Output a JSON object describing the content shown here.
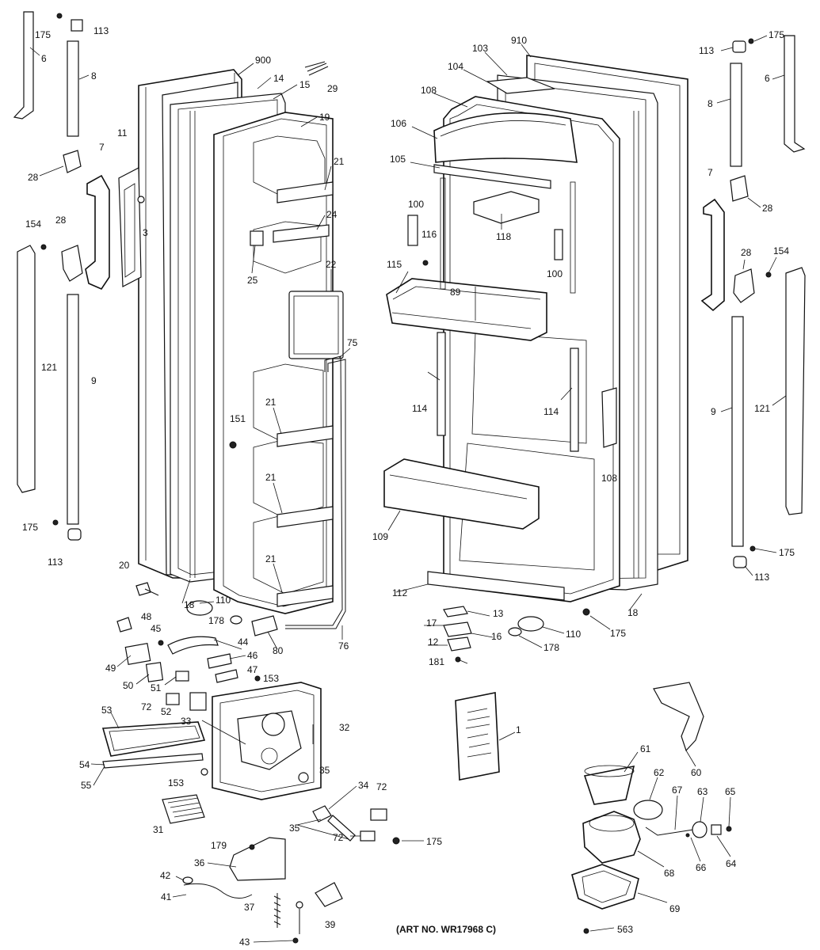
{
  "labels": {
    "l175a": "175",
    "l113a": "113",
    "l6a": "6",
    "l8a": "8",
    "l900": "900",
    "l14": "14",
    "l15": "15",
    "l29": "29",
    "l19": "19",
    "l11": "11",
    "l7a": "7",
    "l28a": "28",
    "l3": "3",
    "l154a": "154",
    "l28b": "28",
    "l121a": "121",
    "l9a": "9",
    "l21a": "21",
    "l24": "24",
    "l25": "25",
    "l22": "22",
    "l75": "75",
    "l151": "151",
    "l21b": "21",
    "l21c": "21",
    "l21d": "21",
    "l175b": "175",
    "l113b": "113",
    "l20": "20",
    "l18a": "18",
    "l110a": "110",
    "l178a": "178",
    "l80": "80",
    "l76": "76",
    "l48": "48",
    "l45": "45",
    "l44": "44",
    "l46": "46",
    "l47": "47",
    "l49": "49",
    "l50": "50",
    "l51": "51",
    "l153a": "153",
    "l72a": "72",
    "l52": "52",
    "l53": "53",
    "l33": "33",
    "l32": "32",
    "l54": "54",
    "l55": "55",
    "l153b": "153",
    "l35a": "35",
    "l34": "34",
    "l72b": "72",
    "l31": "31",
    "l35b": "35",
    "l72c": "72",
    "l175c": "175",
    "l179": "179",
    "l36": "36",
    "l42": "42",
    "l41": "41",
    "l37": "37",
    "l39": "39",
    "l43": "43",
    "l103": "103",
    "l910": "910",
    "l104": "104",
    "l108a": "108",
    "l106": "106",
    "l105": "105",
    "l100a": "100",
    "l116": "116",
    "l118": "118",
    "l100b": "100",
    "l115": "115",
    "l89": "89",
    "l114a": "114",
    "l114b": "114",
    "l108b": "108",
    "l109": "109",
    "l112": "112",
    "l13": "13",
    "l17": "17",
    "l16": "16",
    "l12": "12",
    "l181": "181",
    "l110b": "110",
    "l178b": "178",
    "l175d": "175",
    "l18b": "18",
    "l1": "1",
    "l113c": "113",
    "l175e": "175",
    "l6b": "6",
    "l8b": "8",
    "l7b": "7",
    "l28c": "28",
    "l28d": "28",
    "l154b": "154",
    "l9b": "9",
    "l121b": "121",
    "l175f": "175",
    "l113d": "113",
    "l60": "60",
    "l61": "61",
    "l62": "62",
    "l67": "67",
    "l63": "63",
    "l65": "65",
    "l66": "66",
    "l64": "64",
    "l68": "68",
    "l69": "69",
    "l563": "563"
  },
  "art_number": "(ART NO. WR17968 C)"
}
